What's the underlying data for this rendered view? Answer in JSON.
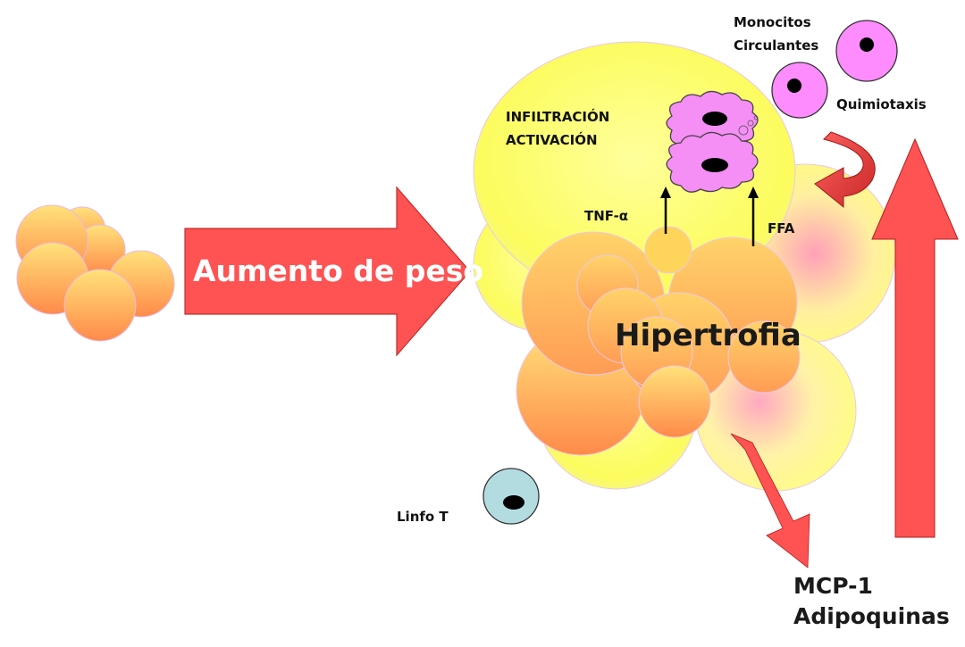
{
  "labels": {
    "weight_gain": "Aumento de peso",
    "hypertrophy": "Hipertrofia",
    "infiltration_line1": "INFILTRACIÓN",
    "infiltration_line2": "ACTIVACIÓN",
    "tnf": "TNF-α",
    "ffa": "FFA",
    "monocytes_line1": "Monocitos",
    "monocytes_line2": "Circulantes",
    "chemotaxis": "Quimiotaxis",
    "t_lymph": "Linfo T",
    "mcp_line1": "MCP-1",
    "mcp_line2": "Adipoquinas"
  },
  "icons": {
    "small_adipocytes": "adipocyte-cluster-small-icon",
    "large_adipocytes": "adipocyte-cluster-hypertrophic-icon",
    "macrophages": "activated-macrophage-icon",
    "monocytes": "monocyte-cell-icon",
    "t_cell": "t-lymphocyte-icon"
  },
  "colors": {
    "arrow_red": "#ff5252",
    "arrow_outline": "#b02020",
    "adipocyte_yellow": "#ffff7a",
    "adipocyte_orange": "#ff9a4d",
    "macrophage_pink": "#f28cf2",
    "monocyte_pink": "#ff8cff",
    "t_cell_blue": "#b3dce0"
  }
}
